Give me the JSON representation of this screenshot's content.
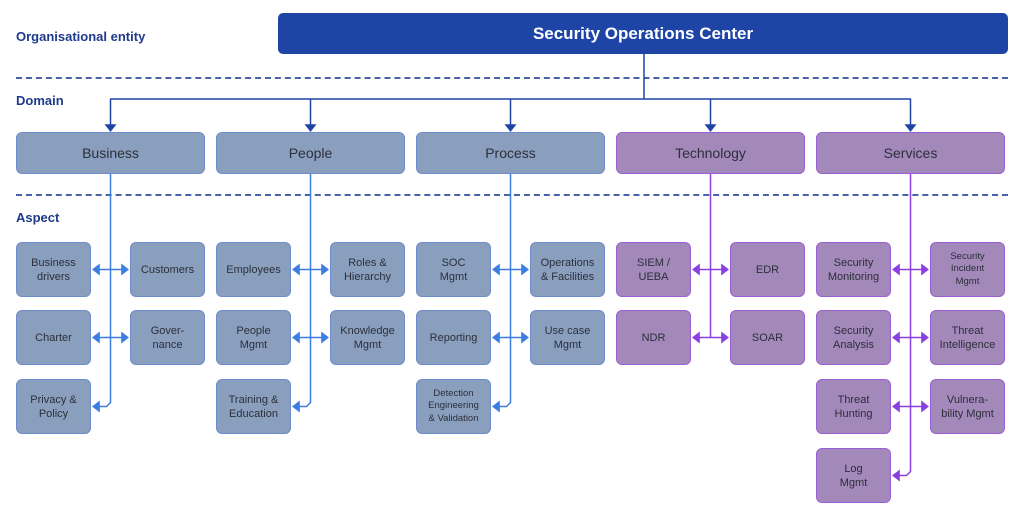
{
  "layers": {
    "organisational_entity": "Organisational entity",
    "domain": "Domain",
    "aspect": "Aspect"
  },
  "root": {
    "label": "Security Operations Center"
  },
  "colors": {
    "root": "#1e45a6",
    "connector_top": "#1e45a6",
    "blue_fill": "#8a9fbd",
    "blue_line": "#3b7de0",
    "purple_fill": "#a388ba",
    "purple_line": "#8a3fe0",
    "label": "#1e3a8a"
  },
  "domains": [
    {
      "label": "Business",
      "theme": "blue",
      "aspects": [
        [
          "Business\ndrivers",
          "Customers"
        ],
        [
          "Charter",
          "Gover-\nnance"
        ],
        [
          "Privacy &\nPolicy"
        ]
      ]
    },
    {
      "label": "People",
      "theme": "blue",
      "aspects": [
        [
          "Employees",
          "Roles &\nHierarchy"
        ],
        [
          "People\nMgmt",
          "Knowledge\nMgmt"
        ],
        [
          "Training &\nEducation"
        ]
      ]
    },
    {
      "label": "Process",
      "theme": "blue",
      "aspects": [
        [
          "SOC\nMgmt",
          "Operations\n& Facilities"
        ],
        [
          "Reporting",
          "Use case\nMgmt"
        ],
        [
          "Detection\nEngineering\n& Validation"
        ]
      ]
    },
    {
      "label": "Technology",
      "theme": "purple",
      "aspects": [
        [
          "SIEM /\nUEBA",
          "EDR"
        ],
        [
          "NDR",
          "SOAR"
        ]
      ]
    },
    {
      "label": "Services",
      "theme": "purple",
      "aspects": [
        [
          "Security\nMonitoring",
          "Security\nIncident\nMgmt"
        ],
        [
          "Security\nAnalysis",
          "Threat\nIntelligence"
        ],
        [
          "Threat\nHunting",
          "Vulnera-\nbility Mgmt"
        ],
        [
          "Log\nMgmt"
        ]
      ]
    }
  ]
}
